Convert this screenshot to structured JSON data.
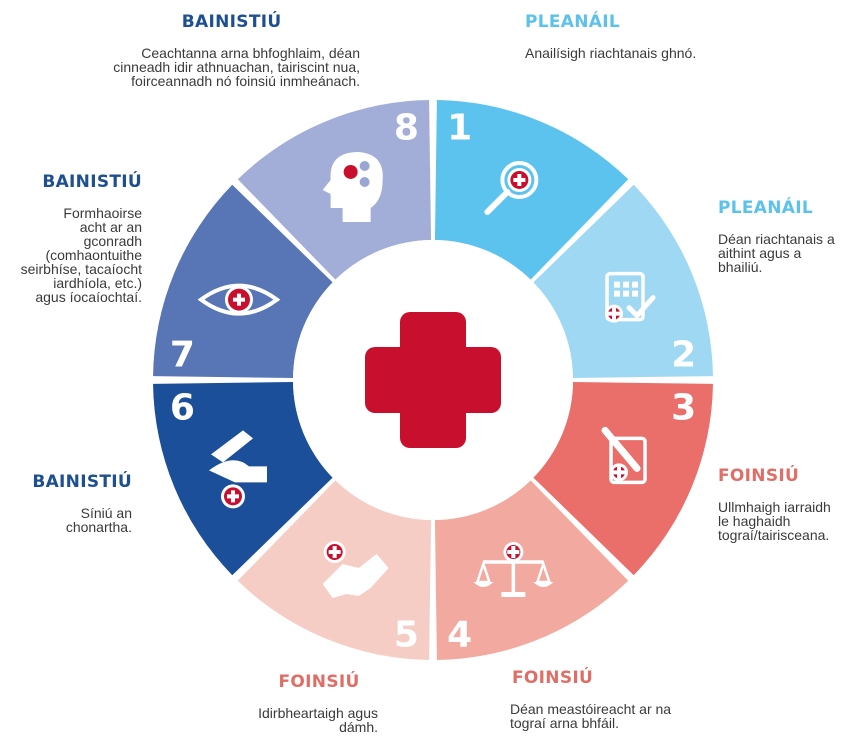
{
  "diagram": {
    "steps": [
      {
        "number": "1",
        "color": "#5cc3ef",
        "icon": "magnifier-cross-icon"
      },
      {
        "number": "2",
        "color": "#9fd8f3",
        "icon": "checklist-cross-icon"
      },
      {
        "number": "3",
        "color": "#ea6e6a",
        "icon": "document-pen-cross-icon"
      },
      {
        "number": "4",
        "color": "#f2a9a0",
        "icon": "scales-cross-icon"
      },
      {
        "number": "5",
        "color": "#f6cdc4",
        "icon": "handshake-cross-icon"
      },
      {
        "number": "6",
        "color": "#1b4f99",
        "icon": "signing-hand-cross-icon"
      },
      {
        "number": "7",
        "color": "#5876b6",
        "icon": "eye-cross-icon"
      },
      {
        "number": "8",
        "color": "#a3aed8",
        "icon": "head-gears-icon"
      }
    ],
    "center_icon": "red-cross-icon",
    "center_color": "#c8102e"
  },
  "labels": {
    "top_left": {
      "heading": "BAINISTIÚ",
      "lines": [
        "Ceachtanna arna bhfoghlaim, déan",
        "cinneadh idir athnuachan, tairiscint nua,",
        "foirceannadh nó foinsiú inmheánach."
      ]
    },
    "top_right": {
      "heading": "PLEANÁIL",
      "lines": [
        "Anailísigh riachtanais ghnó."
      ]
    },
    "upper_left": {
      "heading": "BAINISTIÚ",
      "lines": [
        "Formhaoirse",
        "acht ar an",
        "gconradh",
        "(comhaontuithe",
        "seirbhíse, tacaíocht",
        "iardhíola, etc.)",
        "agus íocaíochtaí."
      ]
    },
    "upper_right": {
      "heading": "PLEANÁIL",
      "lines": [
        "Déan riachtanais a",
        "aithint agus a",
        "bhailiú."
      ]
    },
    "lower_left": {
      "heading": "BAINISTIÚ",
      "lines": [
        "Síniú an",
        "chonartha."
      ]
    },
    "lower_right": {
      "heading": "FOINSIÚ",
      "lines": [
        "Ullmhaigh iarraidh",
        "le haghaidh",
        "tograí/tairisceana."
      ]
    },
    "bottom_left": {
      "heading": "FOINSIÚ",
      "lines": [
        "Idirbheartaigh agus",
        "dámh."
      ]
    },
    "bottom_right": {
      "heading": "FOINSIÚ",
      "lines": [
        "Déan meastóireacht ar na",
        "tograí arna bhfáil."
      ]
    }
  }
}
